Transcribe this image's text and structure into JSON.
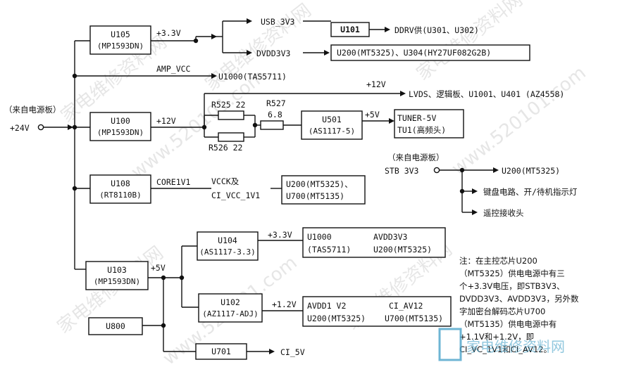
{
  "watermarks": [
    "家电维修资料网",
    "www.520101.com"
  ],
  "logo_text": "家电维修资料网",
  "inputs": {
    "main_source_label": "（来自电源板）",
    "main_input": "+24V",
    "stb_source_label": "（来自电源板）",
    "stb_input": "STB 3V3"
  },
  "blocks": {
    "u105": {
      "id": "U105",
      "part": "(MP1593DN)"
    },
    "u100": {
      "id": "U100",
      "part": "(MP1593DN)"
    },
    "u108": {
      "id": "U108",
      "part": "(RT8110B)"
    },
    "u103": {
      "id": "U103",
      "part": "(MP1593DN)"
    },
    "u104": {
      "id": "U104",
      "part": "(AS1117-3.3)"
    },
    "u102": {
      "id": "U102",
      "part": "(AZ1117-ADJ)"
    },
    "u501": {
      "id": "U501",
      "part": "(AS1117-5)"
    },
    "u101": {
      "id": "U101"
    },
    "u800": {
      "id": "U800"
    },
    "u701": {
      "id": "U701"
    }
  },
  "rails": {
    "u105_out": "+3.3V",
    "usb": "USB_3V3",
    "dvdd": "DVDD3V3",
    "amp": "AMP_VCC",
    "u100_out": "+12V",
    "lvds_rail": "+12V",
    "u501_out": "+5V",
    "u108_out": "CORE1V1",
    "vcck_line1": "VCCK及",
    "vcck_line2": "CI_VCC_1V1",
    "u103_out": "+5V",
    "u104_out": "+3.3V",
    "u102_out": "+1.2V",
    "ci5v": "CI_5V"
  },
  "resistors": {
    "r525": "R525 22",
    "r526": "R526 22",
    "r527_name": "R527",
    "r527_value": "6.8"
  },
  "loads": {
    "ddrv": "DDRV供(U301、U302)",
    "u200_u304": "U200(MT5325)、U304(HY27UF082G2B)",
    "u1000_amp": "U1000(TAS5711)",
    "lvds": "LVDS、逻辑板、U1001、U401 (AZ4558)",
    "tuner_line1": "TUNER-5V",
    "tuner_line2": "TU1(高频头)",
    "core_line1": "U200(MT5325)、",
    "core_line2": "U700(MT5135)",
    "avdd_name1": "U1000",
    "avdd_part1": "(TAS5711)",
    "avdd_rail": "AVDD3V3",
    "avdd_u200": "U200(MT5325)",
    "av12_rail1": "AVDD1 V2",
    "av12_rail2": "CI_AV12",
    "av12_u200": "U200(MT5325)",
    "av12_u700": "U700(MT5135)",
    "stb_u200": "U200(MT5325)",
    "keyboard": "键盘电路、开/待机指示灯",
    "remote": "遥控接收头"
  },
  "note_lines": [
    "注：在主控芯片U200",
    "（MT5325）供电电源中有三",
    "个+3.3V电压，即STB3V3、",
    "DVDD3V3、AVDD3V3，另外数",
    "字加密台解码芯片U700",
    "（MT5135）供电电源中有",
    "+1.1V和+1.2V，即",
    "CI_VC_1V1和CI_AV12。"
  ]
}
